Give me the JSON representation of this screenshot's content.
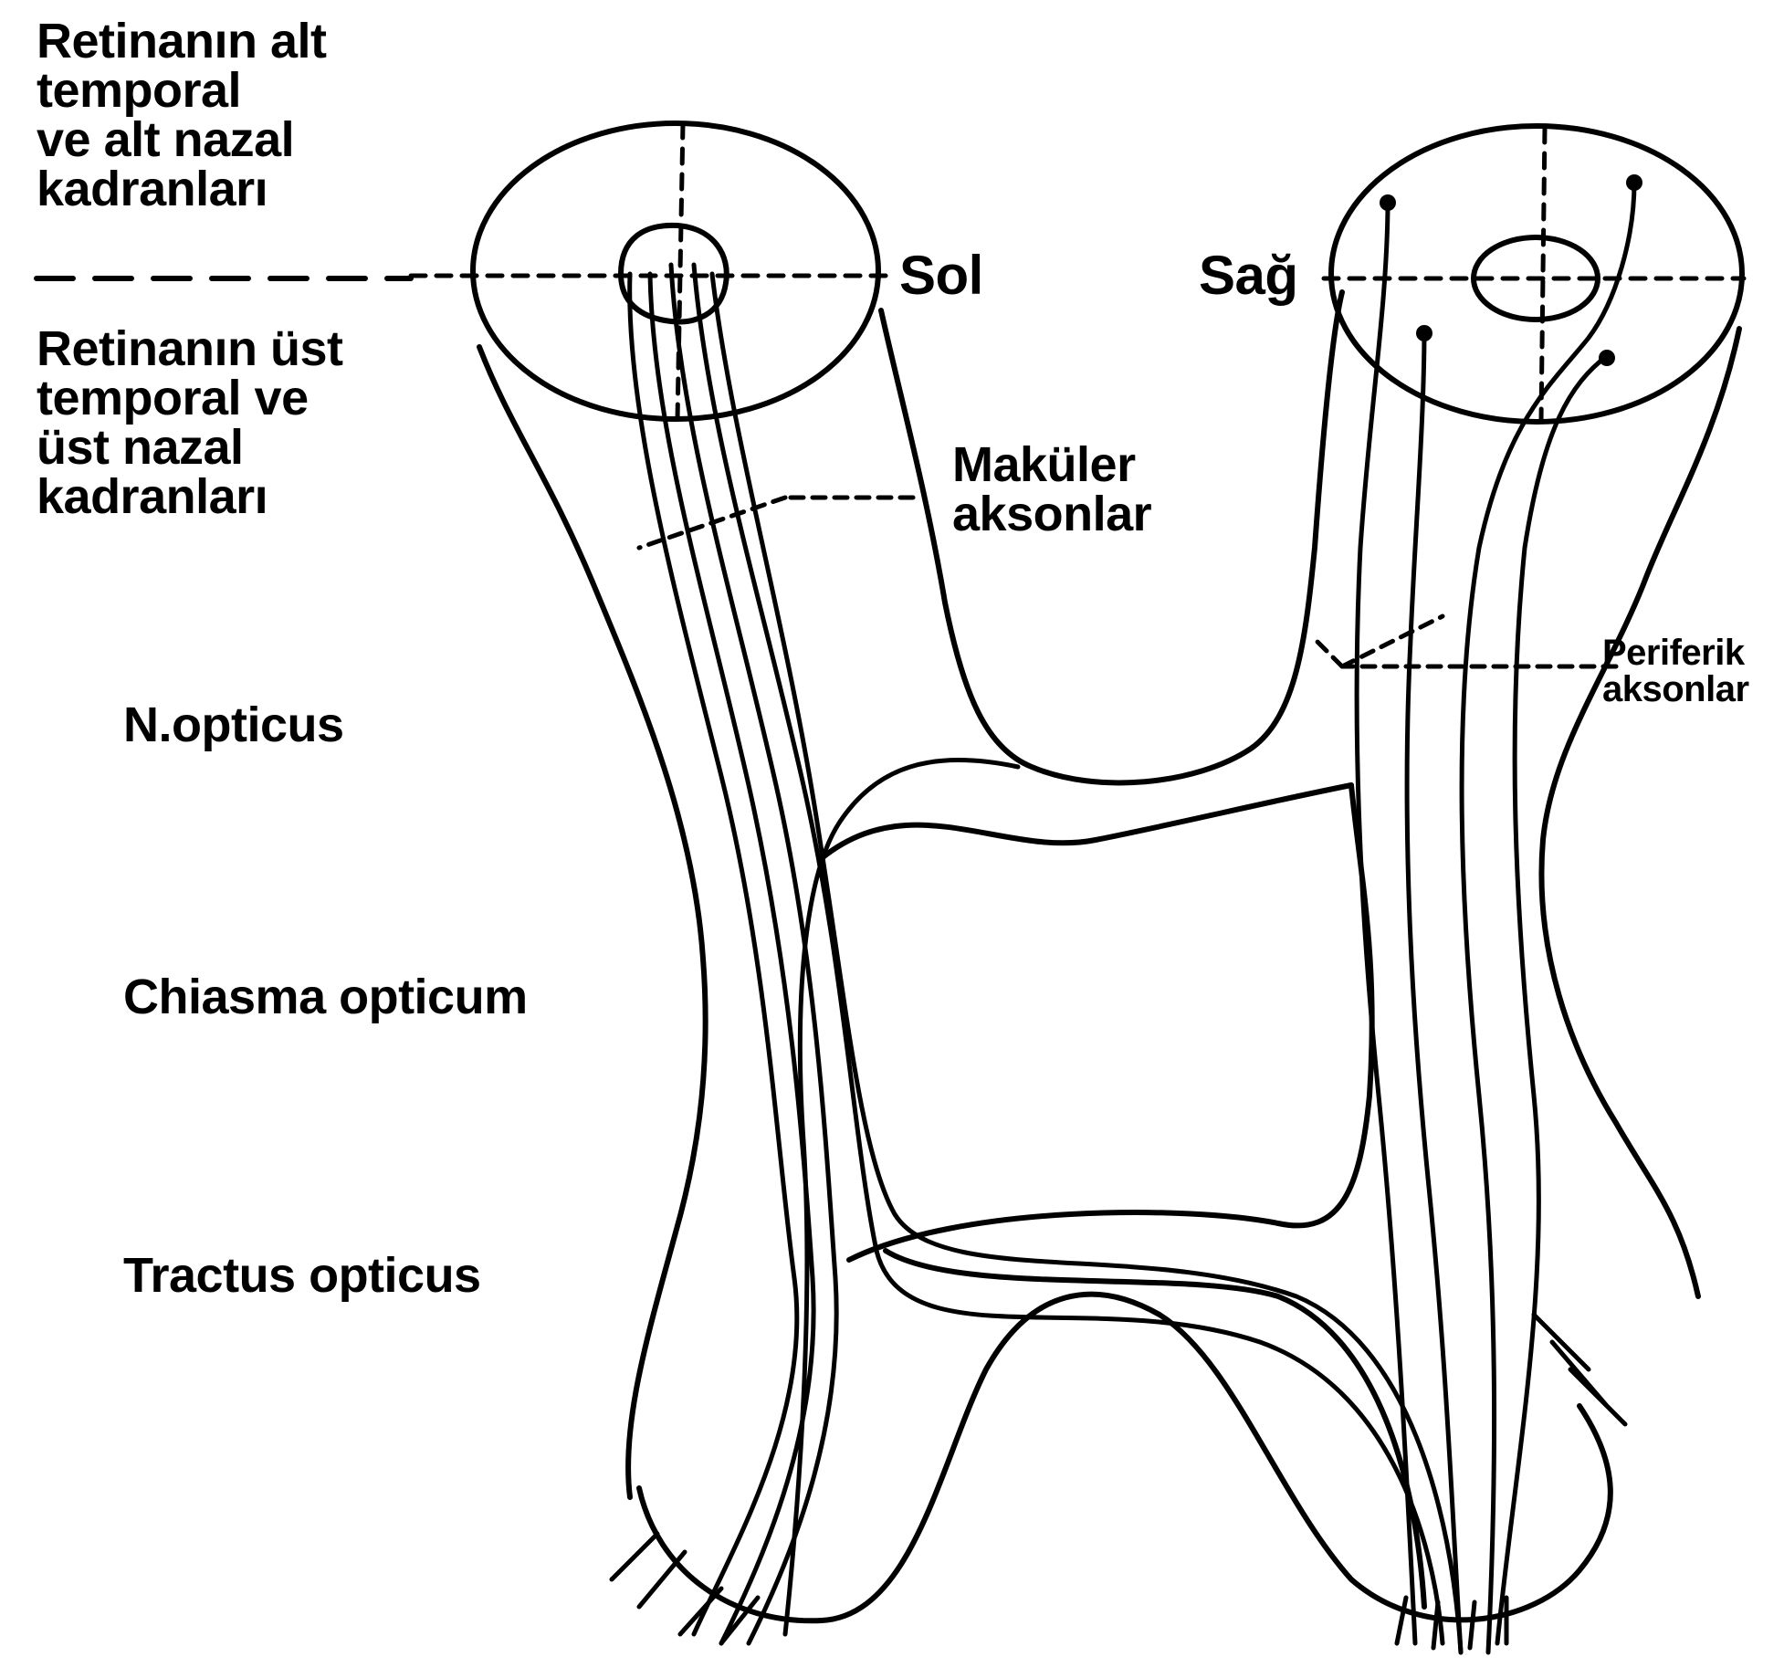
{
  "diagram": {
    "labels": {
      "inferior_quadrants": "Retinanın alt\ntemporal\nve alt nazal\nkadranları",
      "superior_quadrants": "Retinanın üst\ntemporal ve\nüst nazal\nkadranları",
      "left": "Sol",
      "right": "Sağ",
      "macular_axons": "Maküler\naksonlar",
      "peripheral_axons": "Periferik\naksonlar",
      "optic_nerve": "N.opticus",
      "chiasm": "Chiasma opticum",
      "optic_tract": "Tractus opticus"
    }
  },
  "colors": {
    "line": "#000000",
    "background": "#ffffff"
  }
}
